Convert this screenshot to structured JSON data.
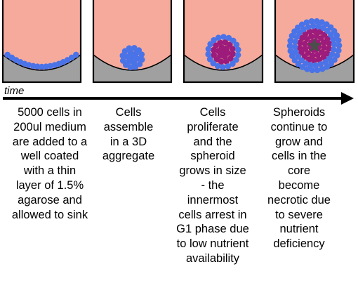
{
  "timeline": {
    "label": "time"
  },
  "colors": {
    "medium": "#f5aa9c",
    "agarose": "#a0a0a0",
    "well_outline": "#000000",
    "cell_proliferating": "#4a73e8",
    "cell_arrested": "#9c1b7b",
    "cell_necrotic": "#4d4d4d"
  },
  "stages": [
    {
      "id": "sink",
      "description": "5000 cells in\n200ul medium\nare added to a\nwell coated\nwith a thin\nlayer of 1.5%\nagarose and\nallowed to sink"
    },
    {
      "id": "aggregate",
      "description": "Cells\nassemble\nin a 3D\naggregate"
    },
    {
      "id": "proliferate",
      "description": "Cells\nproliferate\nand the\nspheroid\ngrows in size\n- the\ninnermost\ncells arrest in\nG1 phase due\nto low nutrient\navailability"
    },
    {
      "id": "necrosis",
      "description": "Spheroids\ncontinue to\ngrow and\ncells in the\ncore\nbecome\nnecrotic due\nto severe\nnutrient\ndeficiency"
    }
  ]
}
